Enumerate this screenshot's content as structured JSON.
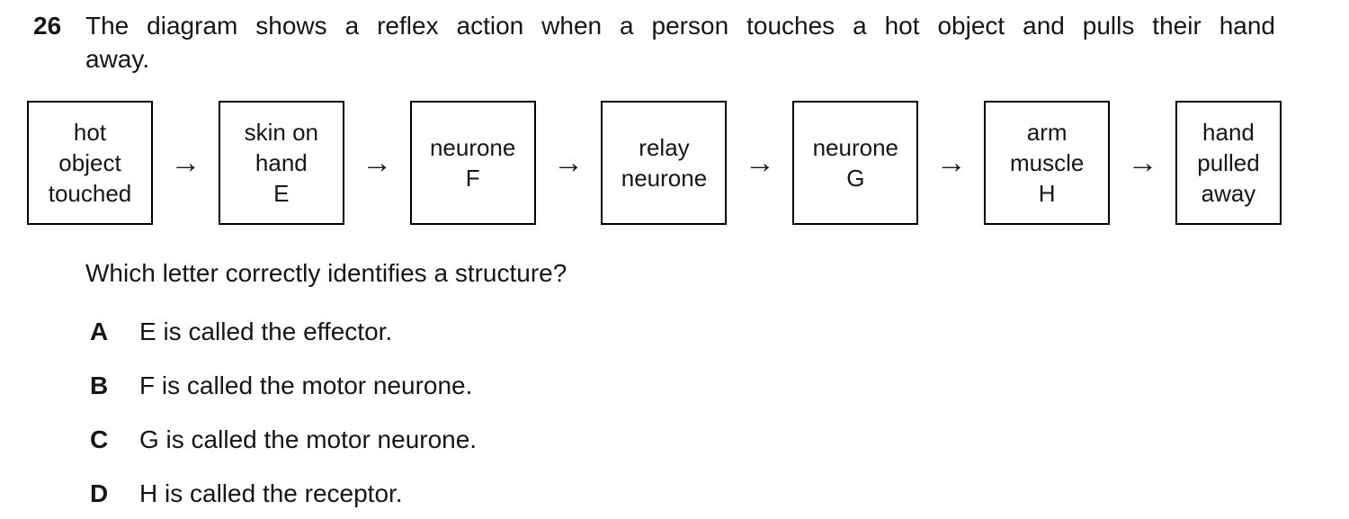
{
  "question": {
    "number": "26",
    "text_line1": "The diagram shows a reflex action when a person touches a hot object and pulls their hand",
    "text_line2": "away.",
    "prompt": "Which letter correctly identifies a structure?"
  },
  "flow_diagram": {
    "arrow": "→",
    "boxes": [
      {
        "label": "hot object touched",
        "lines": [
          "hot",
          "object",
          "touched"
        ]
      },
      {
        "label": "skin on hand E",
        "lines": [
          "skin on",
          "hand",
          "E"
        ]
      },
      {
        "label": "neurone F",
        "lines": [
          "neurone",
          "F"
        ]
      },
      {
        "label": "relay neurone",
        "lines": [
          "relay",
          "neurone"
        ]
      },
      {
        "label": "neurone G",
        "lines": [
          "neurone",
          "G"
        ]
      },
      {
        "label": "arm muscle H",
        "lines": [
          "arm",
          "muscle",
          "H"
        ]
      },
      {
        "label": "hand pulled away",
        "lines": [
          "hand",
          "pulled",
          "away"
        ]
      }
    ]
  },
  "options": [
    {
      "letter": "A",
      "text": "E is called the effector."
    },
    {
      "letter": "B",
      "text": "F is called the motor neurone."
    },
    {
      "letter": "C",
      "text": "G is called the motor neurone."
    },
    {
      "letter": "D",
      "text": "H is called the receptor."
    }
  ],
  "colors": {
    "text": "#161616",
    "background": "#ffffff",
    "box_border": "#000000"
  }
}
